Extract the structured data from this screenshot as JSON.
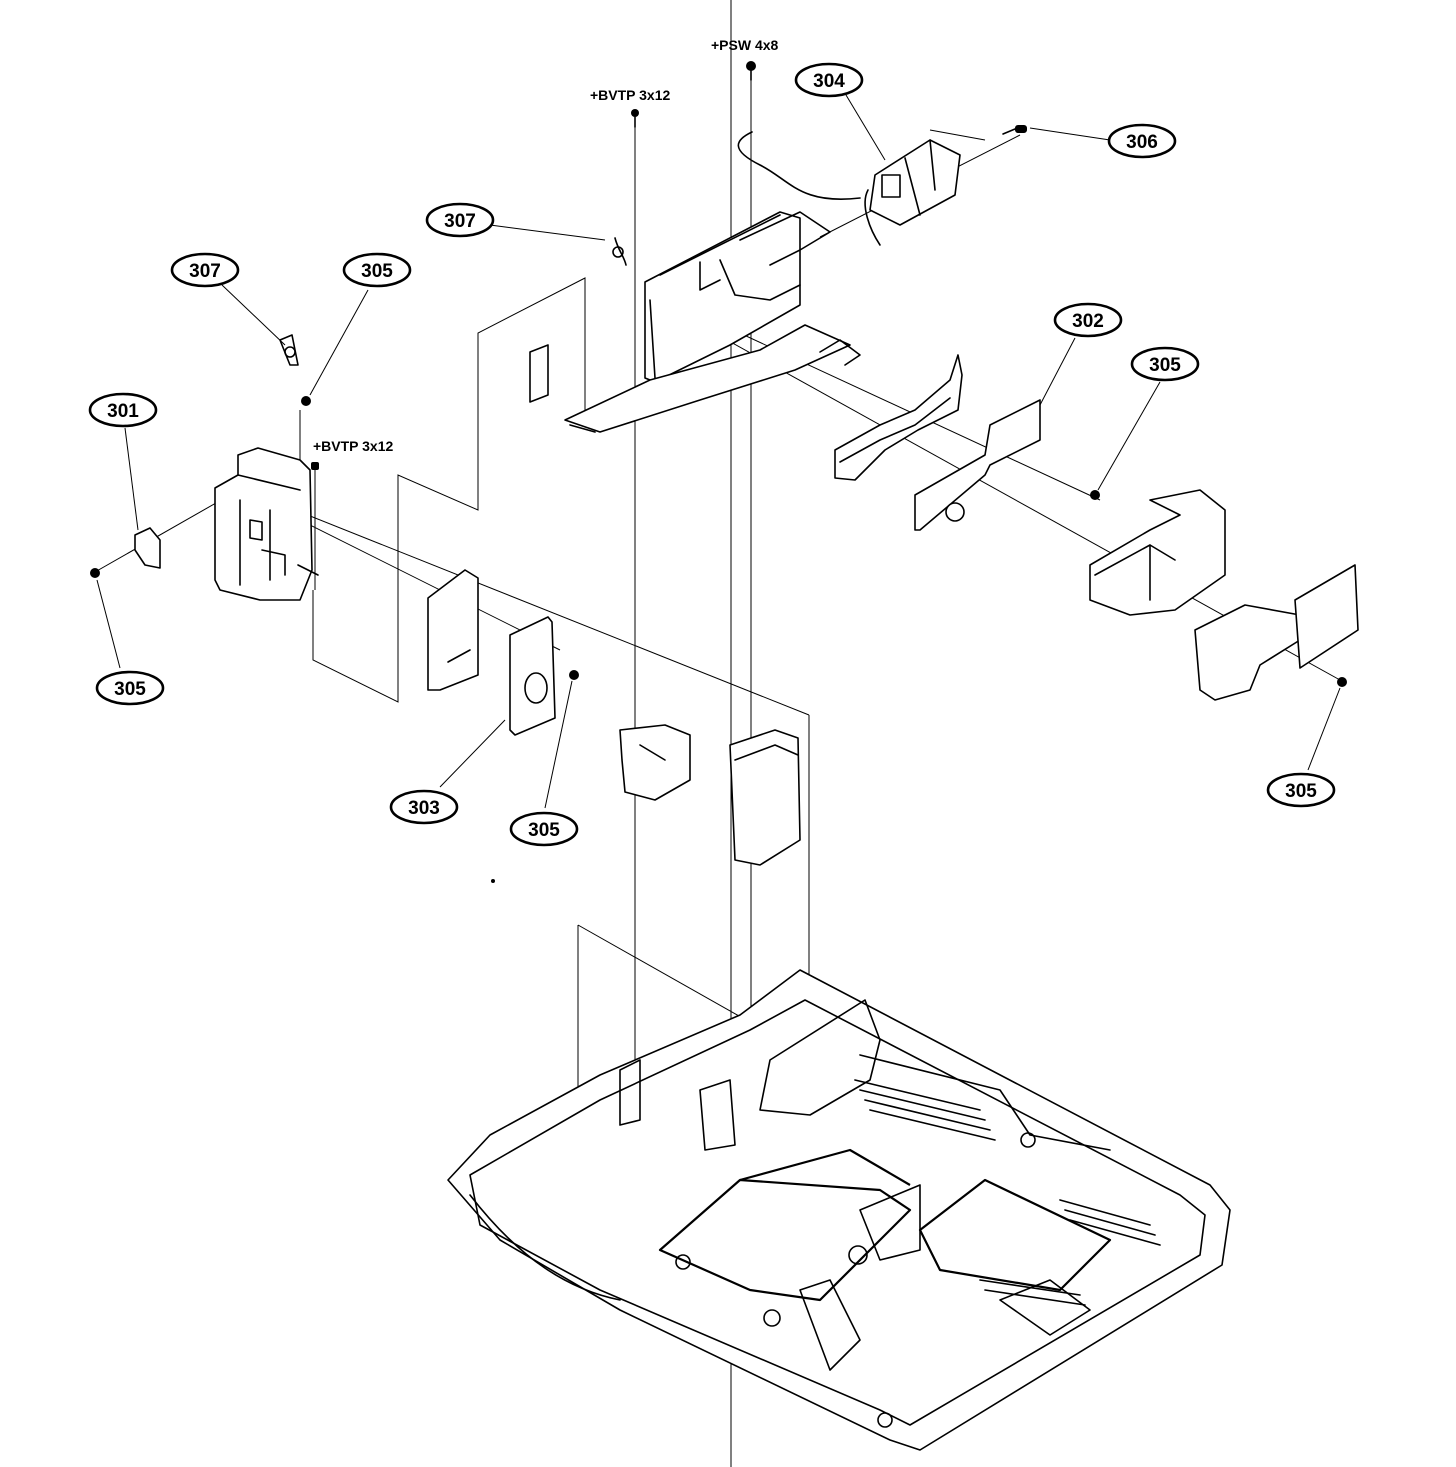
{
  "callouts": [
    {
      "id": "c304",
      "label": "304"
    },
    {
      "id": "c306",
      "label": "306"
    },
    {
      "id": "c307a",
      "label": "307"
    },
    {
      "id": "c307b",
      "label": "307"
    },
    {
      "id": "c305a",
      "label": "305"
    },
    {
      "id": "c301",
      "label": "301"
    },
    {
      "id": "c305b",
      "label": "305"
    },
    {
      "id": "c302",
      "label": "302"
    },
    {
      "id": "c305c",
      "label": "305"
    },
    {
      "id": "c303",
      "label": "303"
    },
    {
      "id": "c305d",
      "label": "305"
    },
    {
      "id": "c305e",
      "label": "305"
    }
  ],
  "screw_labels": [
    {
      "id": "s1",
      "label": "+PSW 4x8"
    },
    {
      "id": "s2",
      "label": "+BVTP 3x12"
    },
    {
      "id": "s3",
      "label": "+BVTP 3x12"
    }
  ]
}
